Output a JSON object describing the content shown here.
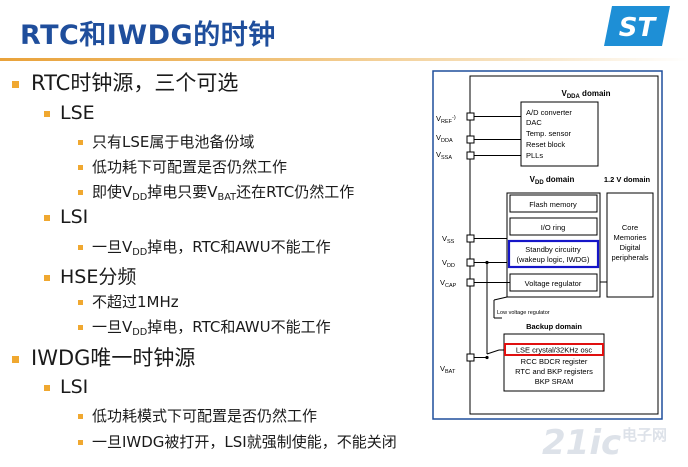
{
  "title": "RTC和IWDG的时钟",
  "logo": "ST",
  "bullets": {
    "rtc_source": "RTC时钟源，三个可选",
    "lse": "LSE",
    "lse_1": "只有LSE属于电池备份域",
    "lse_2": "低功耗下可配置是否仍然工作",
    "lse_3_a": "即使V",
    "lse_3_b": "DD",
    "lse_3_c": "掉电只要V",
    "lse_3_d": "BAT",
    "lse_3_e": "还在RTC仍然工作",
    "lsi": "LSI",
    "lsi_1_a": "一旦V",
    "lsi_1_b": "DD",
    "lsi_1_c": "掉电，RTC和AWU不能工作",
    "hse": "HSE分频",
    "hse_1": "不超过1MHz",
    "hse_2_a": "一旦V",
    "hse_2_b": "DD",
    "hse_2_c": "掉电，RTC和AWU不能工作",
    "iwdg_source": "IWDG唯一时钟源",
    "lsi2": "LSI",
    "iwdg_1": "低功耗模式下可配置是否仍然工作",
    "iwdg_2": "一旦IWDG被打开，LSI就强制使能，不能关闭"
  },
  "diagram": {
    "vdda_domain": "V",
    "vdda_domain_sub": "DDA",
    "vdda_domain_rest": " domain",
    "vref": "V",
    "vref_sub": "REF",
    "vref_tail": "-)",
    "vdda": "V",
    "vdda_sub": "DDA",
    "vssa": "V",
    "vssa_sub": "SSA",
    "vdda_block": [
      "A/D converter",
      "DAC",
      "Temp. sensor",
      "Reset block",
      "PLLs"
    ],
    "vdd_domain": "V",
    "vdd_domain_sub": "DD",
    "vdd_domain_rest": " domain",
    "v12_domain": "1.2 V domain",
    "flash": "Flash memory",
    "io_ring": "I/O ring",
    "standby_1": "Standby circuitry",
    "standby_2": "(wakeup logic, IWDG)",
    "voltage_reg": "Voltage regulator",
    "core": [
      "Core",
      "Memories",
      "Digital",
      "peripherals"
    ],
    "vss": "V",
    "vss_sub": "SS",
    "vdd": "V",
    "vdd_sub": "DD",
    "vcap": "V",
    "vcap_sub": "CAP",
    "low_voltage_reg": "Low voltage regulator",
    "backup_domain": "Backup domain",
    "lse_osc": "LSE crystal/32KHz osc",
    "backup_lines": [
      "RCC BDCR register",
      "RTC and BKP registers",
      "BKP SRAM"
    ],
    "vbat": "V",
    "vbat_sub": "BAT"
  },
  "watermark": {
    "text": "21ic",
    "sub": "电子网"
  },
  "colors": {
    "title": "#1f4e9c",
    "bullet": "#f0a830",
    "st_blue": "#1e8fd6",
    "highlight_blue": "#1515c8",
    "highlight_red": "#e01010"
  }
}
